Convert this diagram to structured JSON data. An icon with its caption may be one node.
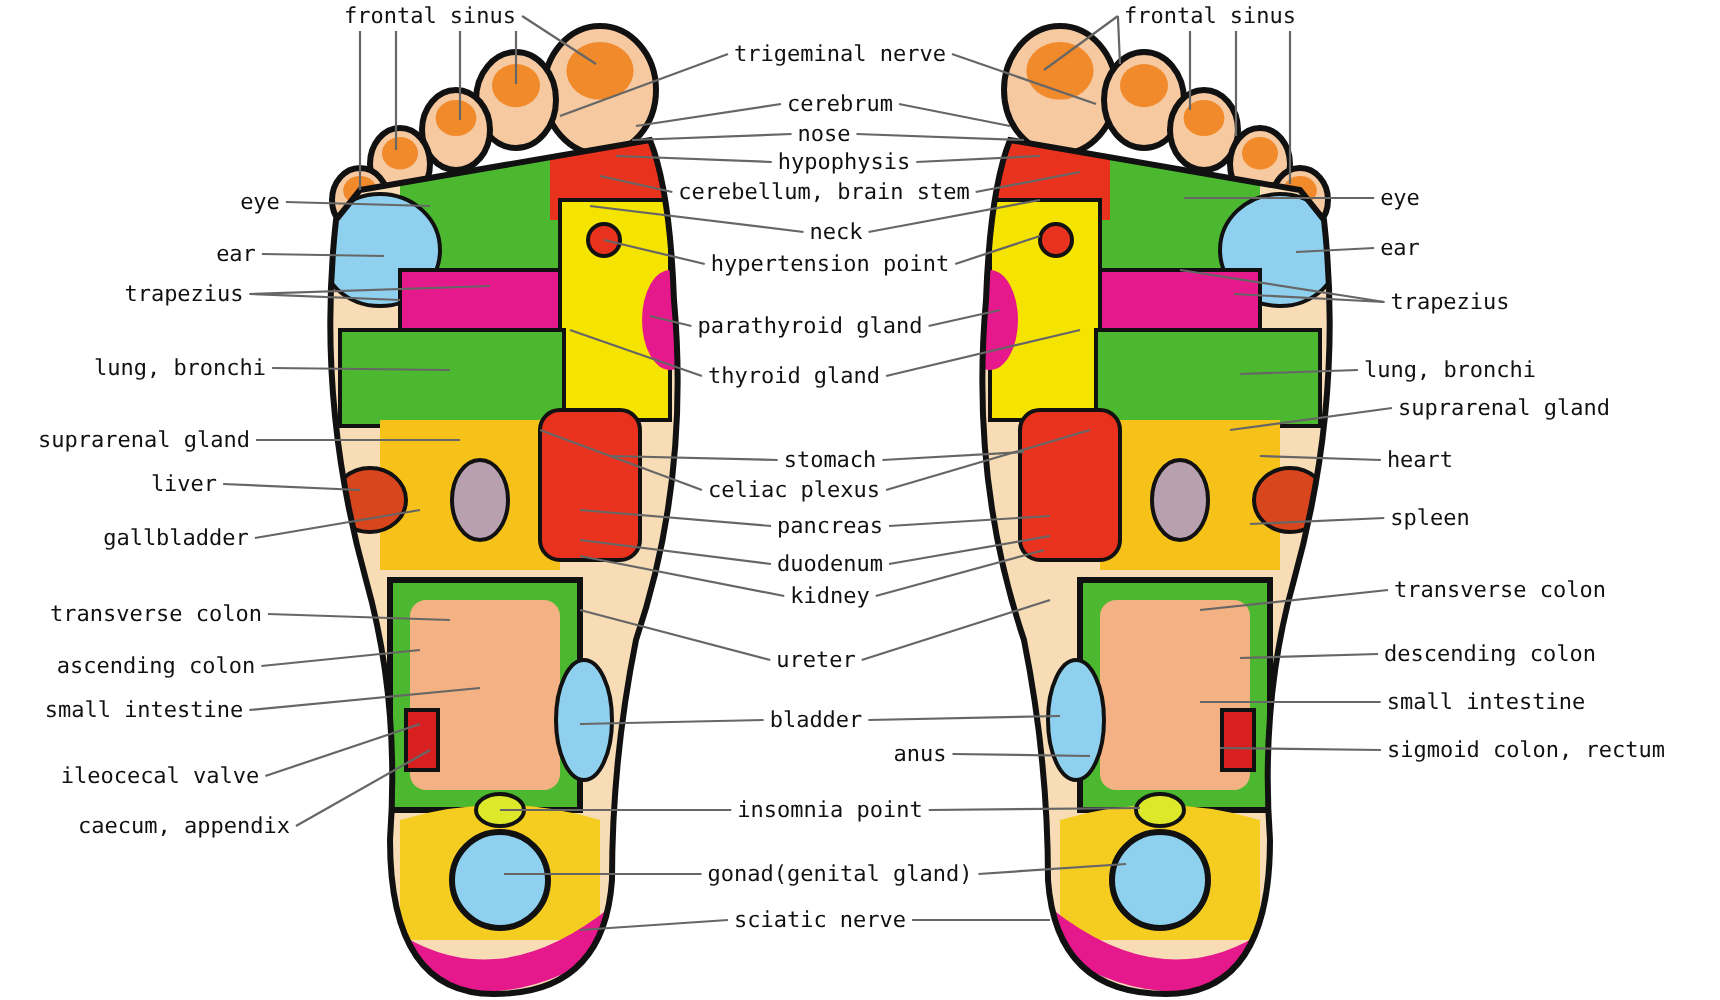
{
  "diagram": {
    "nodes": [
      {
        "text": [
          "frontal sinus"
        ]
      },
      {
        "text": [
          "frontal sinus"
        ]
      },
      {
        "text": [
          "trigeminal nerve"
        ]
      },
      {
        "text": [
          "cerebrum"
        ]
      },
      {
        "text": [
          "nose"
        ]
      },
      {
        "text": [
          "hypophysis"
        ]
      },
      {
        "text": [
          "cerebellum, brain stem"
        ]
      },
      {
        "text": [
          "eye"
        ]
      },
      {
        "text": [
          "eye"
        ]
      },
      {
        "text": [
          "neck"
        ]
      },
      {
        "text": [
          "ear"
        ]
      },
      {
        "text": [
          "ear"
        ]
      },
      {
        "text": [
          "hypertension point"
        ]
      },
      {
        "text": [
          "trapezius"
        ]
      },
      {
        "text": [
          "trapezius"
        ]
      },
      {
        "text": [
          "parathyroid gland"
        ]
      },
      {
        "text": [
          "lung, bronchi"
        ]
      },
      {
        "text": [
          "lung, bronchi"
        ]
      },
      {
        "text": [
          "thyroid gland"
        ]
      },
      {
        "text": [
          "suprarenal gland"
        ]
      },
      {
        "text": [
          "suprarenal gland"
        ]
      },
      {
        "text": [
          "stomach"
        ]
      },
      {
        "text": [
          "heart"
        ]
      },
      {
        "text": [
          "liver"
        ]
      },
      {
        "text": [
          "celiac plexus"
        ]
      },
      {
        "text": [
          "spleen"
        ]
      },
      {
        "text": [
          "pancreas"
        ]
      },
      {
        "text": [
          "gallbladder"
        ]
      },
      {
        "text": [
          "duodenum"
        ]
      },
      {
        "text": [
          "transverse colon"
        ]
      },
      {
        "text": [
          "kidney"
        ]
      },
      {
        "text": [
          "transverse colon"
        ]
      },
      {
        "text": [
          "descending colon"
        ]
      },
      {
        "text": [
          "ureter"
        ]
      },
      {
        "text": [
          "ascending colon"
        ]
      },
      {
        "text": [
          "small intestine"
        ]
      },
      {
        "text": [
          "small intestine"
        ]
      },
      {
        "text": [
          "bladder"
        ]
      },
      {
        "text": [
          "sigmoid colon, rectum"
        ]
      },
      {
        "text": [
          "anus"
        ]
      },
      {
        "text": [
          "ileocecal valve"
        ]
      },
      {
        "text": [
          "insomnia point"
        ]
      },
      {
        "text": [
          "caecum, appendix"
        ]
      },
      {
        "text": [
          "gonad(genital gland)"
        ]
      },
      {
        "text": [
          "sciatic nerve"
        ]
      }
    ],
    "edges": [
      {
        "from": 0,
        "to": null,
        "arrow": "none"
      },
      {
        "from": 0,
        "to": null,
        "arrow": "none"
      },
      {
        "from": 0,
        "to": null,
        "arrow": "none"
      },
      {
        "from": 0,
        "to": null,
        "arrow": "none"
      },
      {
        "from": 0,
        "to": null,
        "arrow": "none"
      },
      {
        "from": 1,
        "to": null,
        "arrow": "none"
      },
      {
        "from": 1,
        "to": null,
        "arrow": "none"
      },
      {
        "from": 1,
        "to": null,
        "arrow": "none"
      },
      {
        "from": 1,
        "to": null,
        "arrow": "none"
      },
      {
        "from": 1,
        "to": null,
        "arrow": "none"
      },
      {
        "from": 2,
        "to": null,
        "arrow": "none"
      },
      {
        "from": 2,
        "to": null,
        "arrow": "none"
      },
      {
        "from": 3,
        "to": null,
        "arrow": "none"
      },
      {
        "from": 3,
        "to": null,
        "arrow": "none"
      },
      {
        "from": 4,
        "to": null,
        "arrow": "none"
      },
      {
        "from": 4,
        "to": null,
        "arrow": "none"
      },
      {
        "from": 5,
        "to": null,
        "arrow": "none"
      },
      {
        "from": 5,
        "to": null,
        "arrow": "none"
      },
      {
        "from": 6,
        "to": null,
        "arrow": "none"
      },
      {
        "from": 6,
        "to": null,
        "arrow": "none"
      },
      {
        "from": 7,
        "to": null,
        "arrow": "none"
      },
      {
        "from": 8,
        "to": null,
        "arrow": "none"
      },
      {
        "from": 9,
        "to": null,
        "arrow": "none"
      },
      {
        "from": 9,
        "to": null,
        "arrow": "none"
      },
      {
        "from": 10,
        "to": null,
        "arrow": "none"
      },
      {
        "from": 11,
        "to": null,
        "arrow": "none"
      },
      {
        "from": 12,
        "to": null,
        "arrow": "none"
      },
      {
        "from": 12,
        "to": null,
        "arrow": "none"
      },
      {
        "from": 13,
        "to": null,
        "arrow": "none"
      },
      {
        "from": 13,
        "to": null,
        "arrow": "none"
      },
      {
        "from": 14,
        "to": null,
        "arrow": "none"
      },
      {
        "from": 14,
        "to": null,
        "arrow": "none"
      },
      {
        "from": 15,
        "to": null,
        "arrow": "none"
      },
      {
        "from": 15,
        "to": null,
        "arrow": "none"
      },
      {
        "from": 16,
        "to": null,
        "arrow": "none"
      },
      {
        "from": 17,
        "to": null,
        "arrow": "none"
      },
      {
        "from": 18,
        "to": null,
        "arrow": "none"
      },
      {
        "from": 18,
        "to": null,
        "arrow": "none"
      },
      {
        "from": 19,
        "to": null,
        "arrow": "none"
      },
      {
        "from": 20,
        "to": null,
        "arrow": "none"
      },
      {
        "from": 21,
        "to": null,
        "arrow": "none"
      },
      {
        "from": 21,
        "to": null,
        "arrow": "none"
      },
      {
        "from": 22,
        "to": null,
        "arrow": "none"
      },
      {
        "from": 23,
        "to": null,
        "arrow": "none"
      },
      {
        "from": 24,
        "to": null,
        "arrow": "none"
      },
      {
        "from": 24,
        "to": null,
        "arrow": "none"
      },
      {
        "from": 25,
        "to": null,
        "arrow": "none"
      },
      {
        "from": 26,
        "to": null,
        "arrow": "none"
      },
      {
        "from": 26,
        "to": null,
        "arrow": "none"
      },
      {
        "from": 27,
        "to": null,
        "arrow": "none"
      },
      {
        "from": 28,
        "to": null,
        "arrow": "none"
      },
      {
        "from": 28,
        "to": null,
        "arrow": "none"
      },
      {
        "from": 29,
        "to": null,
        "arrow": "none"
      },
      {
        "from": 30,
        "to": null,
        "arrow": "none"
      },
      {
        "from": 30,
        "to": null,
        "arrow": "none"
      },
      {
        "from": 31,
        "to": null,
        "arrow": "none"
      },
      {
        "from": 32,
        "to": null,
        "arrow": "none"
      },
      {
        "from": 33,
        "to": null,
        "arrow": "none"
      },
      {
        "from": 33,
        "to": null,
        "arrow": "none"
      },
      {
        "from": 34,
        "to": null,
        "arrow": "none"
      },
      {
        "from": 35,
        "to": null,
        "arrow": "none"
      },
      {
        "from": 36,
        "to": null,
        "arrow": "none"
      },
      {
        "from": 37,
        "to": null,
        "arrow": "none"
      },
      {
        "from": 37,
        "to": null,
        "arrow": "none"
      },
      {
        "from": 38,
        "to": null,
        "arrow": "none"
      },
      {
        "from": 39,
        "to": null,
        "arrow": "none"
      },
      {
        "from": 40,
        "to": null,
        "arrow": "none"
      },
      {
        "from": 41,
        "to": null,
        "arrow": "none"
      },
      {
        "from": 41,
        "to": null,
        "arrow": "none"
      },
      {
        "from": 42,
        "to": null,
        "arrow": "none"
      },
      {
        "from": 43,
        "to": null,
        "arrow": "none"
      },
      {
        "from": 43,
        "to": null,
        "arrow": "none"
      },
      {
        "from": 44,
        "to": null,
        "arrow": "none"
      },
      {
        "from": 44,
        "to": null,
        "arrow": "none"
      }
    ]
  }
}
